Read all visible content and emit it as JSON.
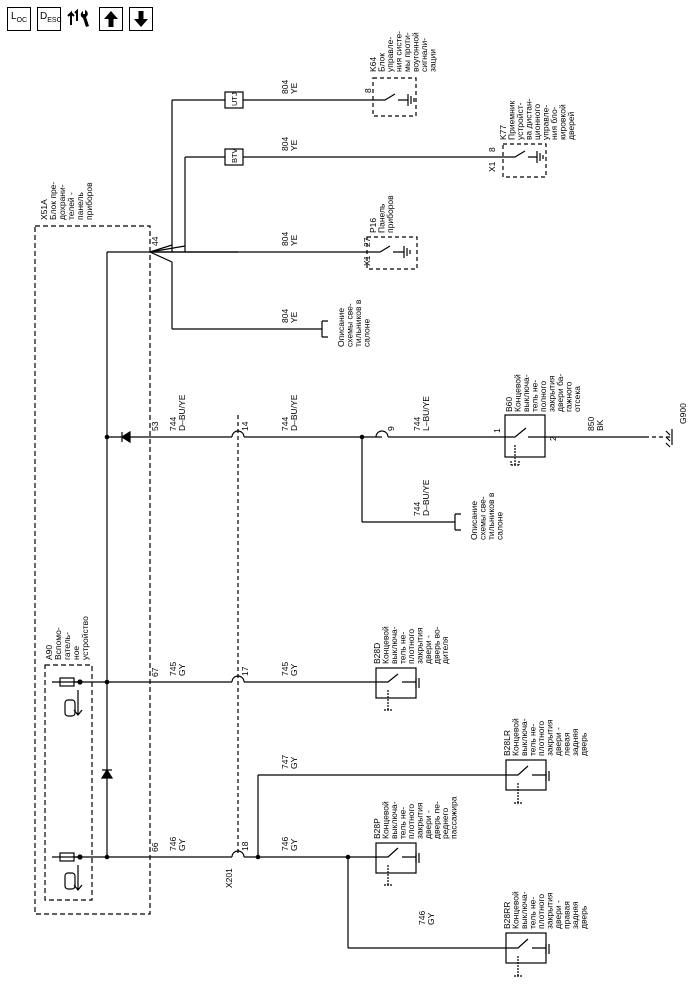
{
  "toolbar": {
    "loc": {
      "main": "L",
      "sub1": "O",
      "sub2": "C"
    },
    "desc": {
      "main": "D",
      "sub1": "E",
      "sub2": "S",
      "sub3": "C"
    },
    "icons": [
      "loc-icon",
      "desc-icon",
      "wrench-arrows-icon",
      "arrow-up-icon",
      "arrow-down-icon"
    ]
  },
  "diagram": {
    "x51a": [
      "X51A",
      "Блок пре-",
      "дохрани-",
      "телей -",
      "панель",
      "приборов"
    ],
    "a90": [
      "A90",
      "Вспомо-",
      "гатель-",
      "ное",
      "устройство"
    ],
    "pins": {
      "p44": "44",
      "p53": "53",
      "p67": "67",
      "p66": "66"
    },
    "connector_x201": "X201",
    "x201_pins": {
      "p14": "14",
      "p17": "17",
      "p18": "18"
    },
    "top_wires": [
      {
        "code": "804",
        "color": "YE",
        "box": "UTJ"
      },
      {
        "code": "804",
        "color": "YE",
        "box": "BTV"
      },
      {
        "code": "804",
        "color": "YE"
      },
      {
        "code": "804",
        "color": "YE"
      }
    ],
    "k64": {
      "pin": "8",
      "lines": [
        "K64",
        "Блок",
        "управле-",
        "ния систе-",
        "мы проти-",
        "воугонной",
        "сигнали-",
        "зации"
      ]
    },
    "k77": {
      "connector": "X1",
      "pin": "8",
      "lines": [
        "K77",
        "Приемник",
        "устройст-",
        "ва дистан-",
        "ционного",
        "управле-",
        "ния бло-",
        "кировкой",
        "дверей"
      ]
    },
    "p16": {
      "connector": "X1",
      "pin": "27",
      "lines": [
        "P16",
        "Панель",
        "приборов"
      ]
    },
    "lighting_ref": [
      "Описание",
      "схемы све-",
      "тильников в",
      "салоне"
    ],
    "wire744a": {
      "code": "744",
      "color": "D–BU/YE"
    },
    "wire744b": {
      "code": "744",
      "color": "D–BU/YE"
    },
    "wire744c": {
      "code": "744",
      "color": "L–BU/YE"
    },
    "wire744d": {
      "code": "744",
      "color": "D–BU/YE"
    },
    "splice_pin": "9",
    "b60": {
      "pin1": "1",
      "pin2": "2",
      "lines": [
        "B60",
        "Концевой",
        "выключа-",
        "тель не-",
        "полного",
        "закрытия",
        "двери ба-",
        "гажного",
        "отсека"
      ]
    },
    "wire850": {
      "code": "850",
      "color": "BK"
    },
    "ground": "G900",
    "wire745a": {
      "code": "745",
      "color": "GY"
    },
    "wire745b": {
      "code": "745",
      "color": "GY"
    },
    "b28d": [
      "B28D",
      "Концевой",
      "выключа-",
      "тель не-",
      "плотного",
      "закрытия",
      "двери -",
      "дверь во-",
      "дителя"
    ],
    "wire747": {
      "code": "747",
      "color": "GY"
    },
    "b28lr": [
      "B28LR",
      "Концевой",
      "выключа-",
      "тель не-",
      "плотного",
      "закрытия",
      "двери -",
      "левая",
      "задняя",
      "дверь"
    ],
    "wire746a": {
      "code": "746",
      "color": "GY"
    },
    "wire746b": {
      "code": "746",
      "color": "GY"
    },
    "wire746c": {
      "code": "746",
      "color": "GY"
    },
    "b28p": [
      "B28P",
      "Концевой",
      "выключа-",
      "тель не-",
      "плотного",
      "закрытия",
      "двери -",
      "дверь пе-",
      "реднего",
      "пассажира"
    ],
    "b28rr": [
      "B28RR",
      "Концевой",
      "выключа-",
      "тель не-",
      "плотного",
      "закрытия",
      "двери -",
      "правая",
      "задняя",
      "дверь"
    ]
  }
}
